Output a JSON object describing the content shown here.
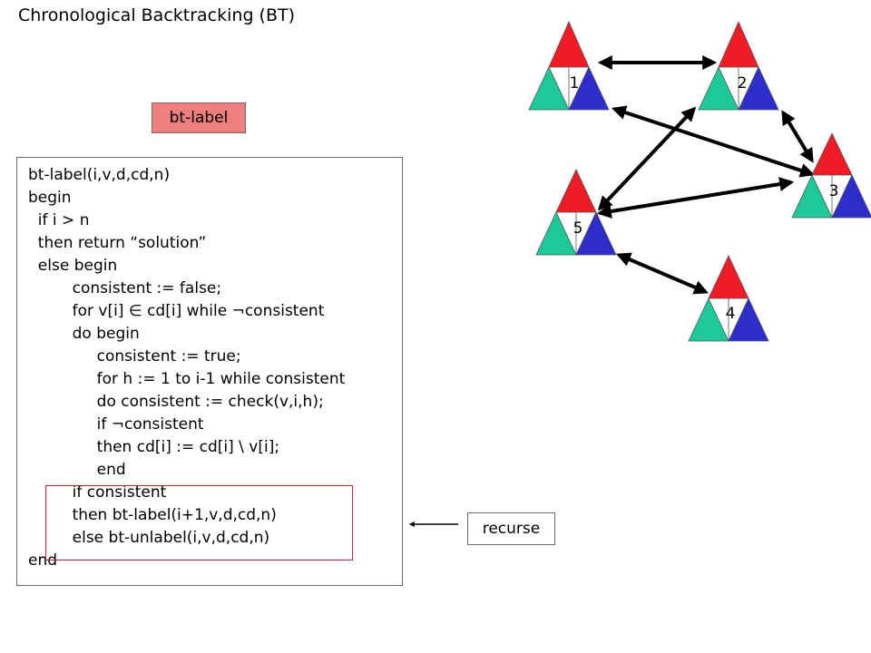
{
  "title": "Chronological Backtracking (BT)",
  "procedure_label": "bt-label",
  "code_lines": [
    "bt-label(i,v,d,cd,n)",
    "begin",
    "  if i > n",
    "  then return “solution”",
    "  else begin",
    "         consistent := false;",
    "         for v[i] ∈ cd[i] while ¬consistent",
    "         do begin",
    "              consistent := true;",
    "              for h := 1 to i-1 while consistent",
    "              do consistent := check(v,i,h);",
    "              if ¬consistent",
    "              then cd[i] := cd[i] \\ v[i];",
    "              end",
    "         if consistent",
    "         then bt-label(i+1,v,d,cd,n)",
    "         else bt-unlabel(i,v,d,cd,n)",
    "end"
  ],
  "annotation": "recurse",
  "graph": {
    "nodes": [
      {
        "id": "1",
        "label": "1"
      },
      {
        "id": "2",
        "label": "2"
      },
      {
        "id": "3",
        "label": "3"
      },
      {
        "id": "4",
        "label": "4"
      },
      {
        "id": "5",
        "label": "5"
      }
    ],
    "edges": [
      {
        "from": "1",
        "to": "2"
      },
      {
        "from": "1",
        "to": "3"
      },
      {
        "from": "2",
        "to": "3"
      },
      {
        "from": "2",
        "to": "5"
      },
      {
        "from": "3",
        "to": "5"
      },
      {
        "from": "4",
        "to": "5"
      }
    ],
    "colors": {
      "top": "#ee1c24",
      "left": "#1dc99a",
      "right": "#2d2dc9",
      "edge": "#000000"
    }
  }
}
